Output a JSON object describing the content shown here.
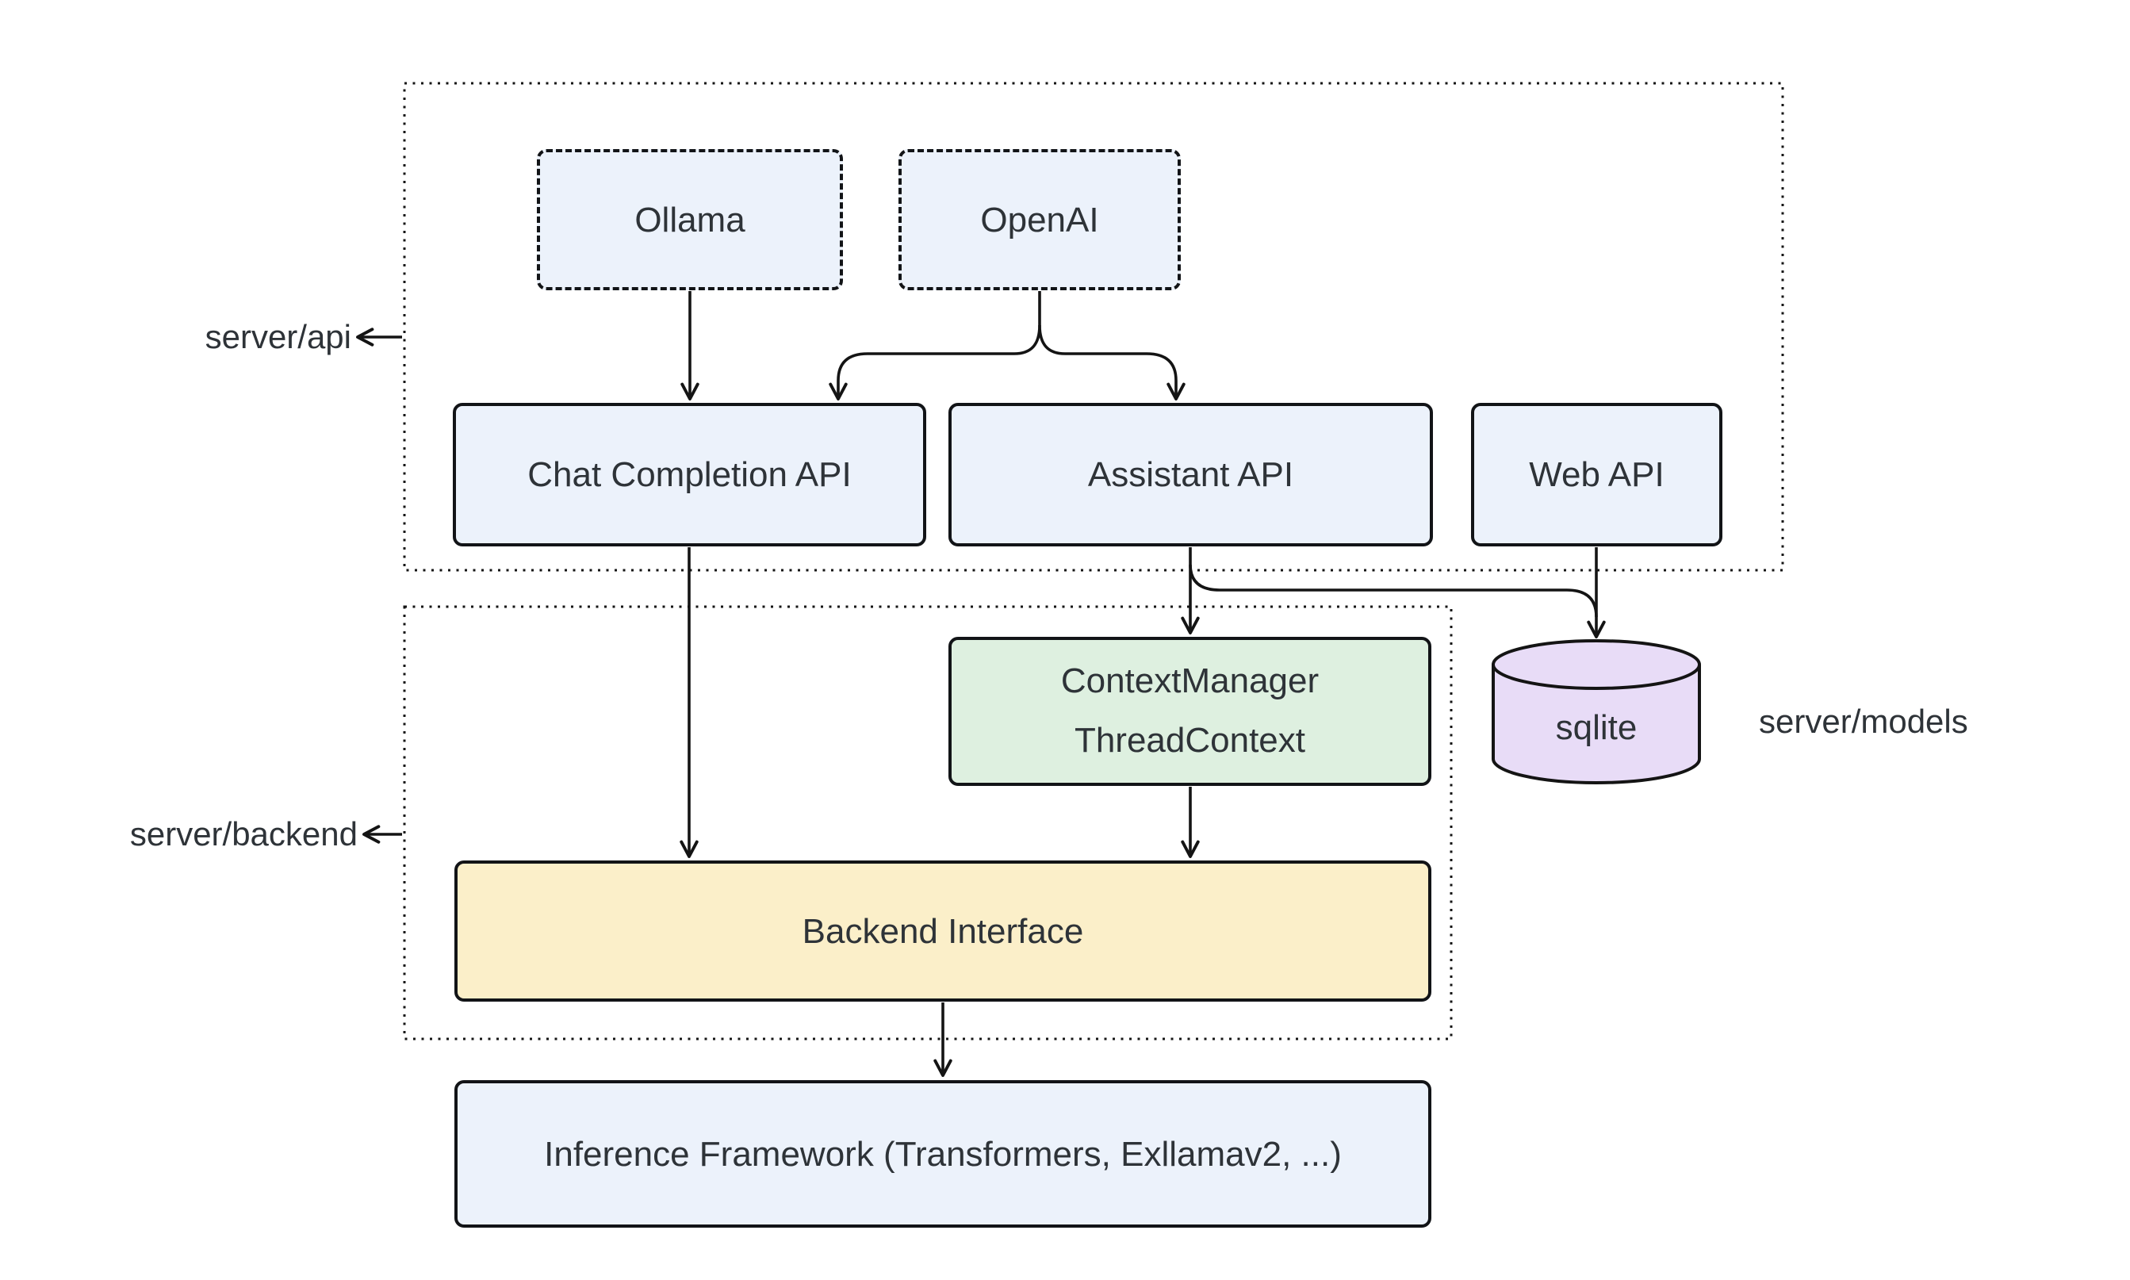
{
  "diagram": {
    "title": "server architecture diagram",
    "background": "#ffffff",
    "colors": {
      "node_blue": "#ecf2fb",
      "node_green": "#def0e0",
      "node_yellow": "#fbefc9",
      "node_purple": "#e8dcf7",
      "line": "#141414",
      "text": "#2e3338"
    },
    "containers": {
      "api": {
        "label": "server/api"
      },
      "backend": {
        "label": "server/backend"
      }
    },
    "labels": {
      "models": "server/models"
    },
    "nodes": {
      "ollama": {
        "label": "Ollama",
        "style": "dashed-blue"
      },
      "openai": {
        "label": "OpenAI",
        "style": "dashed-blue"
      },
      "chat_api": {
        "label": "Chat Completion API",
        "style": "blue"
      },
      "assistant_api": {
        "label": "Assistant API",
        "style": "blue"
      },
      "web_api": {
        "label": "Web API",
        "style": "blue"
      },
      "context": {
        "line1": "ContextManager",
        "line2": "ThreadContext",
        "style": "green"
      },
      "sqlite": {
        "label": "sqlite",
        "style": "purple-cylinder"
      },
      "backend_interface": {
        "label": "Backend Interface",
        "style": "yellow"
      },
      "inference": {
        "label": "Inference Framework (Transformers, Exllamav2, ...)",
        "style": "blue"
      }
    },
    "edges": [
      {
        "from": "Ollama",
        "to": "Chat Completion API"
      },
      {
        "from": "OpenAI",
        "to": "Chat Completion API"
      },
      {
        "from": "OpenAI",
        "to": "Assistant API"
      },
      {
        "from": "Chat Completion API",
        "to": "Backend Interface"
      },
      {
        "from": "Assistant API",
        "to": "ContextManager ThreadContext"
      },
      {
        "from": "Assistant API",
        "to": "sqlite"
      },
      {
        "from": "Web API",
        "to": "sqlite"
      },
      {
        "from": "ContextManager ThreadContext",
        "to": "Backend Interface"
      },
      {
        "from": "Backend Interface",
        "to": "Inference Framework (Transformers, Exllamav2, ...)"
      }
    ]
  }
}
